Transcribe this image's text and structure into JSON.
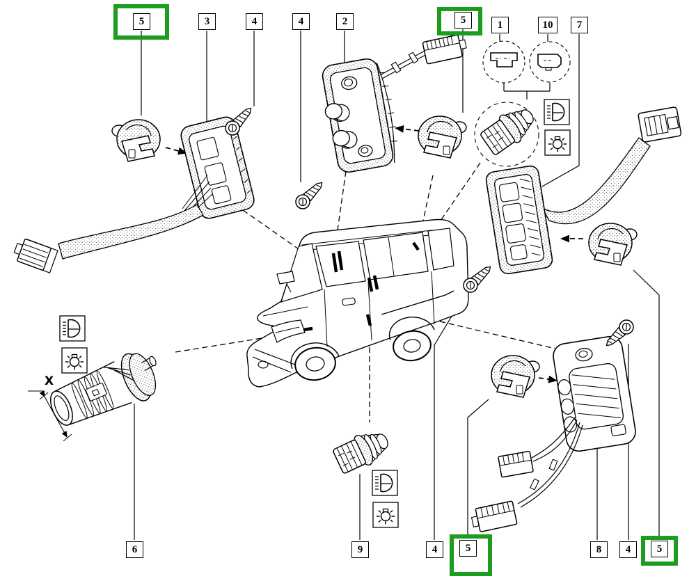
{
  "diagram": {
    "highlight_color": "#1d9d1d",
    "dimension_label": "X",
    "icon_names": [
      "headlight-icon",
      "light-bulb-icon"
    ],
    "callouts_top": [
      {
        "label": "5",
        "highlighted": true
      },
      {
        "label": "3",
        "highlighted": false
      },
      {
        "label": "4",
        "highlighted": false
      },
      {
        "label": "4",
        "highlighted": false
      },
      {
        "label": "2",
        "highlighted": false
      },
      {
        "label": "5",
        "highlighted": true
      },
      {
        "label": "1",
        "highlighted": false
      },
      {
        "label": "10",
        "highlighted": false
      },
      {
        "label": "7",
        "highlighted": false
      }
    ],
    "callouts_bottom": [
      {
        "label": "6",
        "highlighted": false
      },
      {
        "label": "9",
        "highlighted": false
      },
      {
        "label": "4",
        "highlighted": false
      },
      {
        "label": "5",
        "highlighted": true
      },
      {
        "label": "8",
        "highlighted": false
      },
      {
        "label": "4",
        "highlighted": false
      },
      {
        "label": "5",
        "highlighted": true
      }
    ]
  }
}
